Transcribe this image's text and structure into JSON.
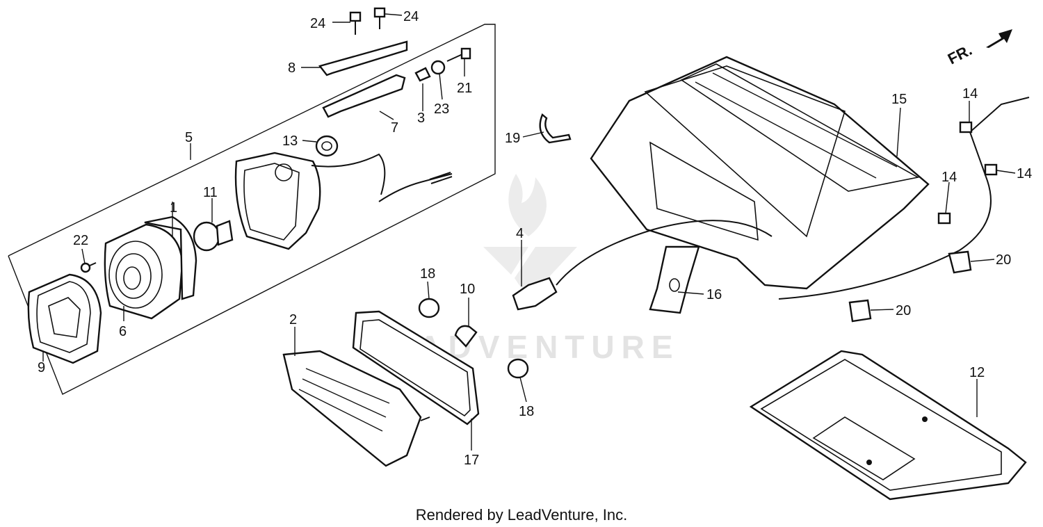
{
  "diagram": {
    "direction_label": "FR.",
    "watermark": "LEADVENTURE",
    "callouts": {
      "c1": "1",
      "c2": "2",
      "c3": "3",
      "c4": "4",
      "c5": "5",
      "c6": "6",
      "c7": "7",
      "c8": "8",
      "c9": "9",
      "c10": "10",
      "c11": "11",
      "c12": "12",
      "c13": "13",
      "c14a": "14",
      "c14b": "14",
      "c14c": "14",
      "c15": "15",
      "c16": "16",
      "c17": "17",
      "c18a": "18",
      "c18b": "18",
      "c19": "19",
      "c20a": "20",
      "c20b": "20",
      "c21": "21",
      "c22": "22",
      "c23": "23",
      "c24a": "24",
      "c24b": "24"
    }
  },
  "footer": {
    "credit": "Rendered by LeadVenture, Inc."
  }
}
